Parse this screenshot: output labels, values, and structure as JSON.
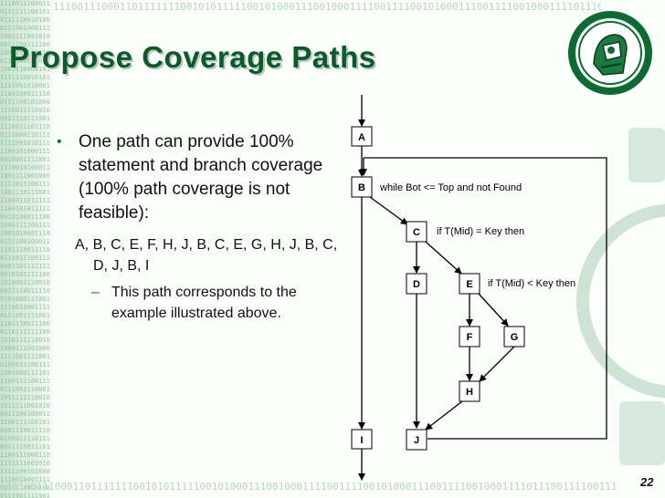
{
  "slide": {
    "title": "Propose Coverage Paths",
    "page_number": "22",
    "colors": {
      "title": "#0a5a2a",
      "bullet": "#0a7a35",
      "background_accent": "#c9e2cf"
    }
  },
  "bullets": {
    "main_text": "One path can provide 100% statement and branch coverage (100% path coverage is not feasible):",
    "path_sequence": "A, B, C, E, F, H, J, B, C, E, G, H, J, B, C, D, J, B, I",
    "sub_text": "This path corresponds to the example illustrated above."
  },
  "background": {
    "binary_top": "11100111000110111111100101011111001010001110010001111001111001010001110011110010001111011100111100111",
    "binary_bottom": "101100111000110111111100101011111001010001110010001111001111001010001110011110010001111011100111100111",
    "binary_side": "11100111000110111111100101011111001010001110010001111001111001010001110011110010001111011100111100111011100111000110111111100101011111001010001110010001111001111001010001110011110010001111011100111100111011100111000110111111100101011111001010001110010001111001111001010001110011110010001111011100111100111011100111000110111111100101011111001010001110010001111001111001010001110011110010001111011100111100111011100111000110111111100101011111001010001110010001111001111001010001110011110010001111011100111100111011100111000110111111100101011111001010001110010001111001111001010001110011110010001111011100111100111011100111000110111111100101011111001010001110010001111001111001010001110011110010001111011100111100111011100111000110111111100101011111001010001110010001111001111001010001110011110010001111011100111100111011100111000110111111100101011111001010001110010001111001111001010001110011110010001111011100111100111011100111000110111111100101011111001010001110010001111001111001010001110011110010001111011100111100111"
  },
  "flowgraph": {
    "nodes": {
      "A": "A",
      "B": "B",
      "C": "C",
      "D": "D",
      "E": "E",
      "F": "F",
      "G": "G",
      "H": "H",
      "I": "I",
      "J": "J"
    },
    "conditions": {
      "B": "while Bot <= Top and not Found",
      "C": "if T(Mid) = Key then",
      "E": "if T(Mid) < Key then"
    }
  }
}
